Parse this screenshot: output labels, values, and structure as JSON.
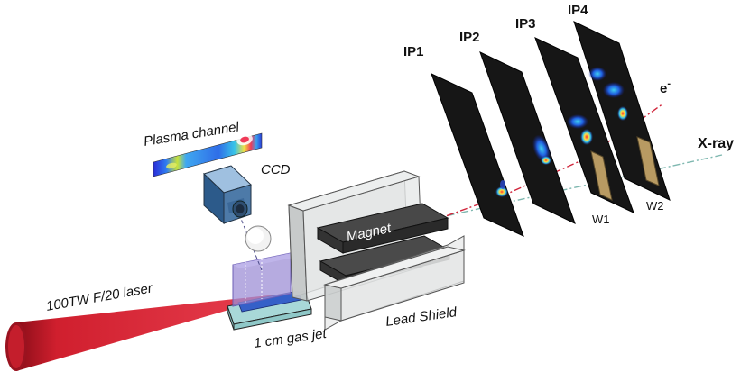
{
  "labels": {
    "plasma_channel": "Plasma channel",
    "ccd": "CCD",
    "laser": "100TW  F/20 laser",
    "gas_jet": "1 cm gas jet",
    "magnet": "Magnet",
    "lead_shield": "Lead Shield",
    "ip1": "IP1",
    "ip2": "IP2",
    "ip3": "IP3",
    "ip4": "IP4",
    "electron": "e",
    "electron_sup": "-",
    "xray": "X-ray",
    "w1": "W1",
    "w2": "W2"
  },
  "colors": {
    "laser": "#d01f2e",
    "electron_beam": "#d0243a",
    "xray_beam": "#7fb8b0",
    "image_plate": "#161616",
    "magnet_top": "#3a3a3a",
    "shield": "#d9dcdc",
    "ccd_body": "#4d7aa8",
    "gas_jet_base": "#b8e0e0",
    "plasma_region": "#9d8fd6",
    "filter": "#b89a62"
  },
  "icons": [
    "laser-cone",
    "gas-jet",
    "ccd-camera",
    "lens",
    "plasma-channel-image",
    "magnet",
    "lead-shield",
    "image-plate",
    "filter"
  ]
}
